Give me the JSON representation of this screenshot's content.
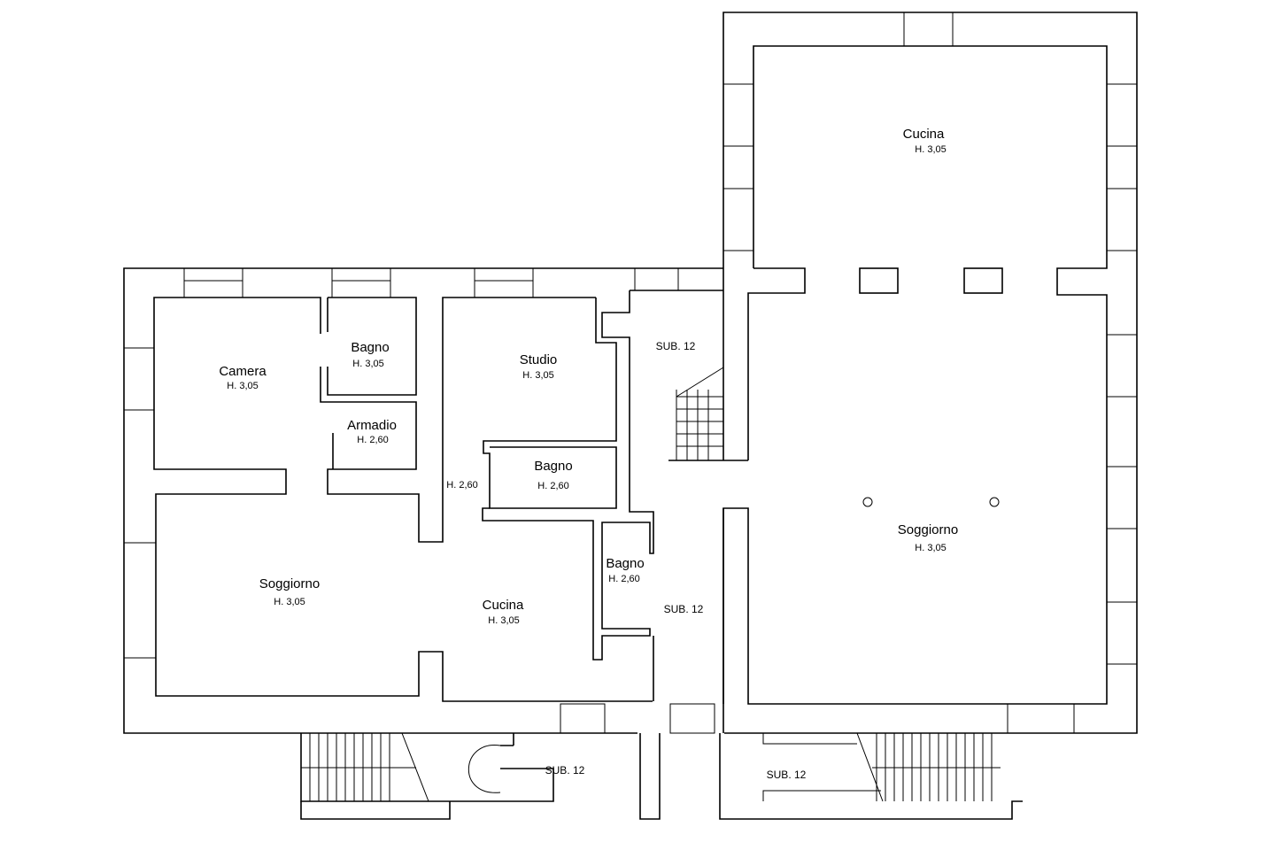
{
  "plan": {
    "rooms": [
      {
        "name": "Cucina",
        "height": "H. 3,05"
      },
      {
        "name": "Soggiorno",
        "height": "H. 3,05"
      },
      {
        "name": "Camera",
        "height": "H. 3,05"
      },
      {
        "name": "Bagno",
        "height": "H. 3,05"
      },
      {
        "name": "Armadio",
        "height": "H. 2,60"
      },
      {
        "name": "Studio",
        "height": "H. 3,05"
      },
      {
        "name": "Bagno",
        "height": "H. 2,60"
      },
      {
        "name": "Soggiorno",
        "height": "H. 3,05"
      },
      {
        "name": "Cucina",
        "height": "H. 3,05"
      },
      {
        "name": "Bagno",
        "height": "H. 2,60"
      }
    ],
    "corridor_height": "H. 2,60",
    "sub_labels": [
      "SUB. 12",
      "SUB. 12",
      "SUB. 12",
      "SUB. 12"
    ]
  }
}
